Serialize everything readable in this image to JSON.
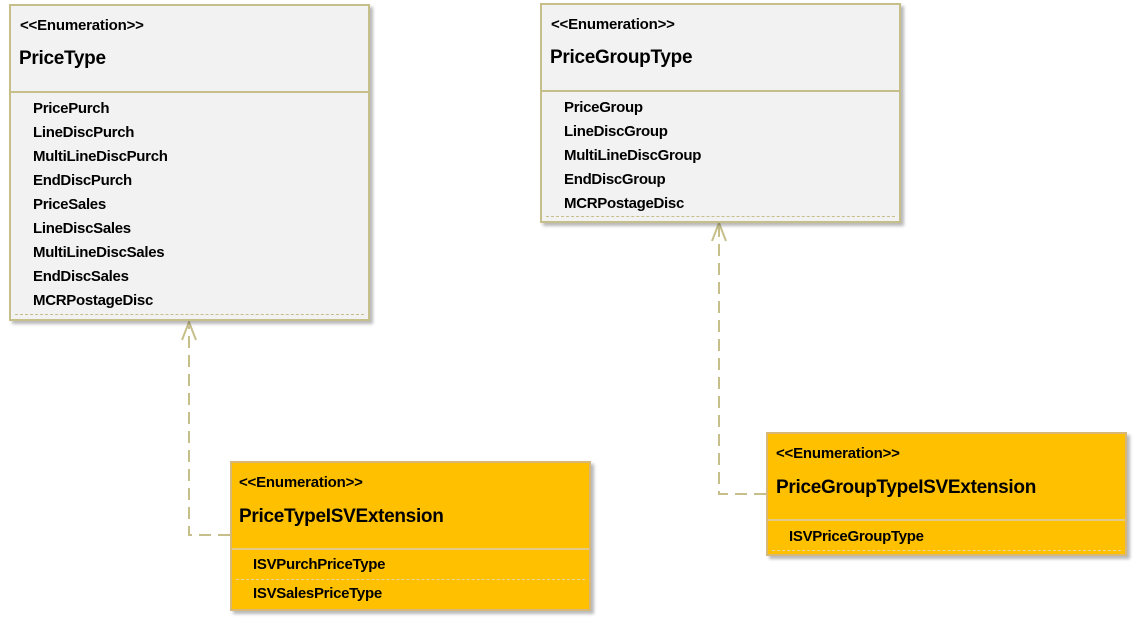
{
  "diagram": {
    "classes": [
      {
        "id": "price-type",
        "stereotype": "<<Enumeration>>",
        "name": "PriceType",
        "literals": [
          "PricePurch",
          "LineDiscPurch",
          "MultiLineDiscPurch",
          "EndDiscPurch",
          "PriceSales",
          "LineDiscSales",
          "MultiLineDiscSales",
          "EndDiscSales",
          "MCRPostageDisc"
        ]
      },
      {
        "id": "price-group-type",
        "stereotype": "<<Enumeration>>",
        "name": "PriceGroupType",
        "literals": [
          "PriceGroup",
          "LineDiscGroup",
          "MultiLineDiscGroup",
          "EndDiscGroup",
          "MCRPostageDisc"
        ]
      },
      {
        "id": "price-type-isv-extension",
        "stereotype": "<<Enumeration>>",
        "name": "PriceTypeISVExtension",
        "literals": [
          "ISVPurchPriceType",
          "ISVSalesPriceType"
        ]
      },
      {
        "id": "price-group-type-isv-extension",
        "stereotype": "<<Enumeration>>",
        "name": "PriceGroupTypeISVExtension",
        "literals": [
          "ISVPriceGroupType"
        ]
      }
    ],
    "relations": [
      {
        "from": "price-type-isv-extension",
        "to": "price-type",
        "style": "dashed-open-arrow"
      },
      {
        "from": "price-group-type-isv-extension",
        "to": "price-group-type",
        "style": "dashed-open-arrow"
      }
    ],
    "colors": {
      "base_fill": "#f2f2f2",
      "extension_fill": "#ffc000",
      "border": "#c6bf8a",
      "connector": "#c6bf8a"
    }
  }
}
